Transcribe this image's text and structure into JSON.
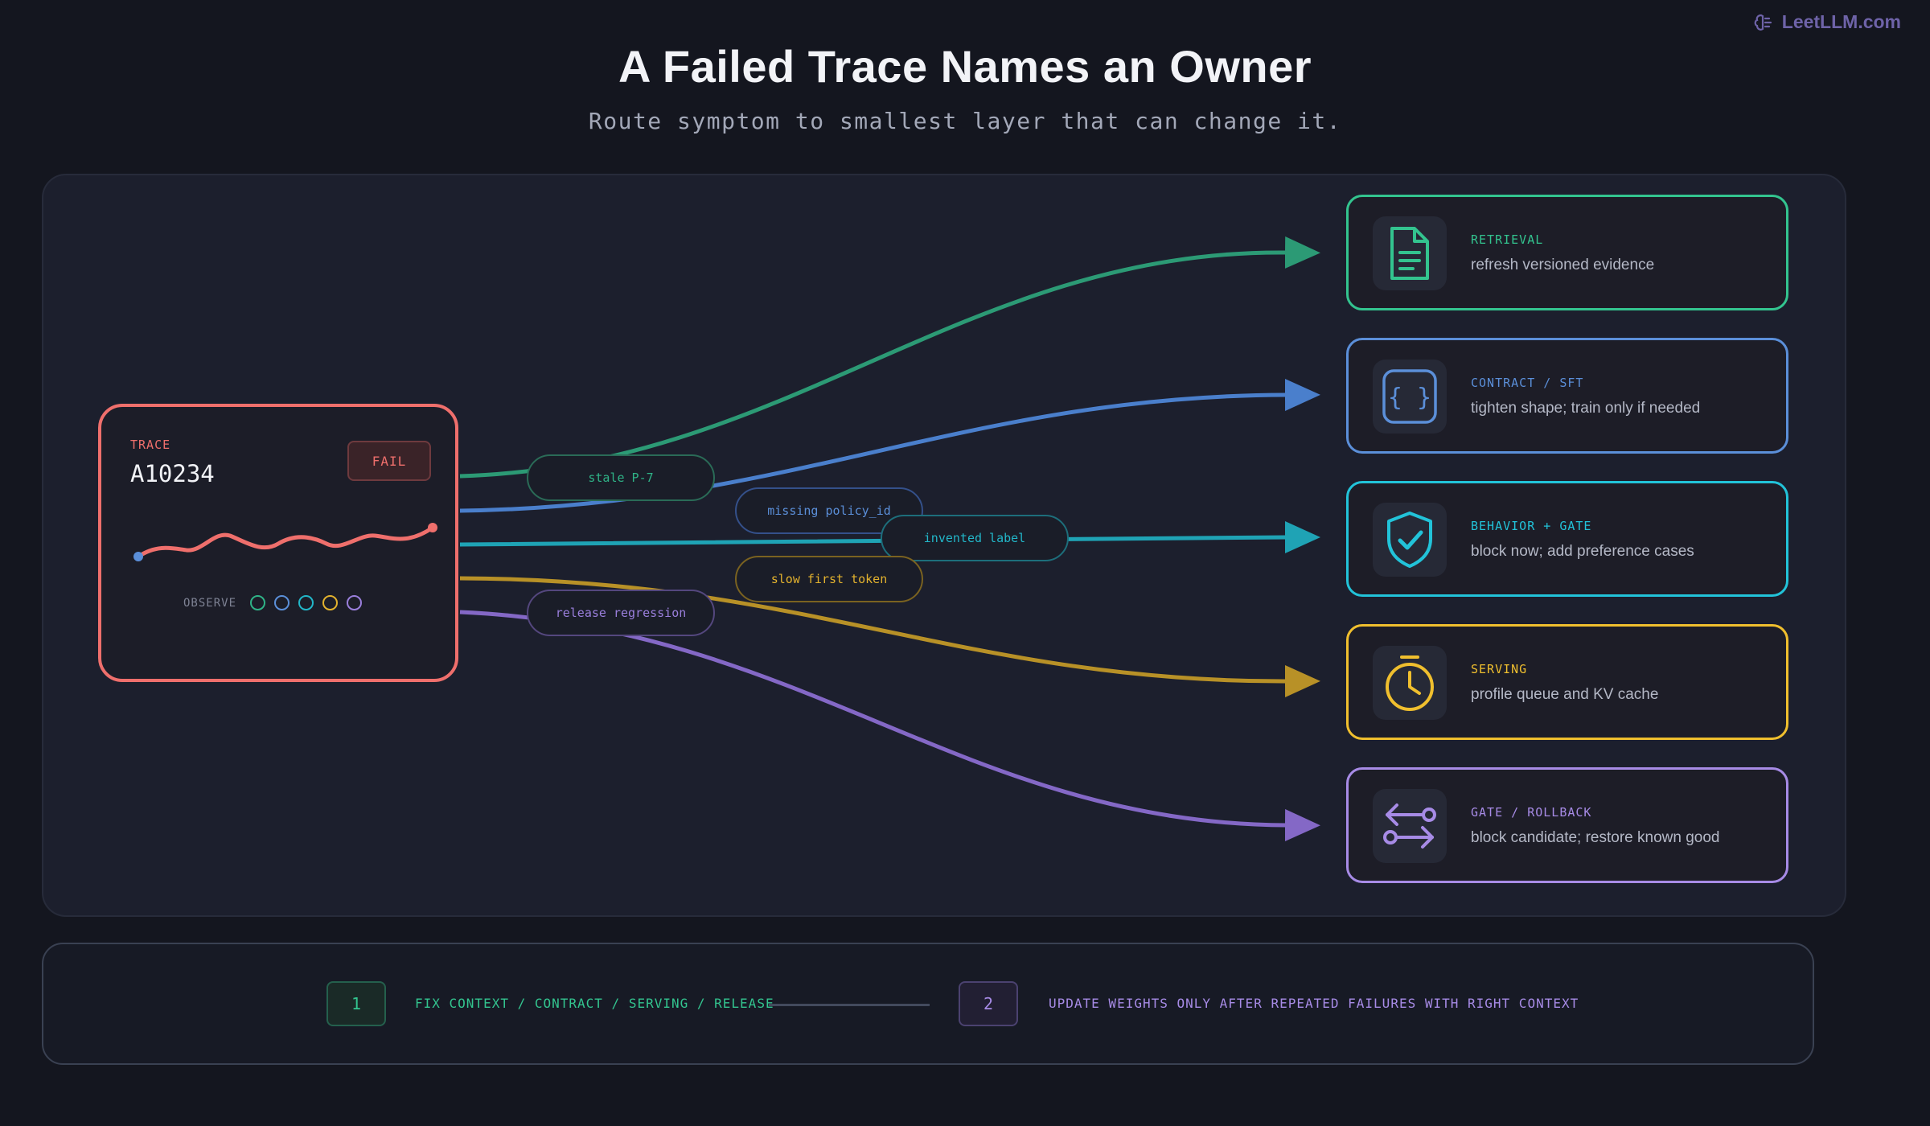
{
  "brand": {
    "text": "LeetLLM.com",
    "color": "#6e63a8"
  },
  "header": {
    "title": "A Failed Trace Names an Owner",
    "subtitle": "Route symptom to smallest layer that can change it."
  },
  "trace": {
    "label": "TRACE",
    "id": "A10234",
    "badge": "FAIL",
    "observe_label": "OBSERVE",
    "color": "#ef6f6c",
    "observe_dots": [
      "#2fb387",
      "#5b8fd9",
      "#22b7c9",
      "#e3b22e",
      "#9a7fdc"
    ]
  },
  "symptoms": [
    {
      "label": "stale P-7",
      "color": "#2fb387"
    },
    {
      "label": "missing policy_id",
      "color": "#5b8fd9"
    },
    {
      "label": "invented label",
      "color": "#22b7c9"
    },
    {
      "label": "slow first token",
      "color": "#e3b22e"
    },
    {
      "label": "release regression",
      "color": "#9a7fdc"
    }
  ],
  "owners": [
    {
      "kicker": "RETRIEVAL",
      "desc": "refresh versioned evidence",
      "color": "#33c48f",
      "icon": "document-icon"
    },
    {
      "kicker": "CONTRACT / SFT",
      "desc": "tighten shape; train only if needed",
      "color": "#5b8fd9",
      "icon": "braces-icon"
    },
    {
      "kicker": "BEHAVIOR + GATE",
      "desc": "block now; add preference cases",
      "color": "#22c3d9",
      "icon": "shield-check-icon"
    },
    {
      "kicker": "SERVING",
      "desc": "profile queue and KV cache",
      "color": "#f0bf2e",
      "icon": "stopwatch-icon"
    },
    {
      "kicker": "GATE / ROLLBACK",
      "desc": "block candidate; restore known good",
      "color": "#a78be6",
      "icon": "swap-arrows-icon"
    }
  ],
  "footer": {
    "step1_num": "1",
    "step1_text": "FIX CONTEXT / CONTRACT / SERVING / RELEASE",
    "step1_color": "#33c48f",
    "step2_num": "2",
    "step2_text": "UPDATE WEIGHTS ONLY AFTER REPEATED FAILURES WITH RIGHT CONTEXT",
    "step2_color": "#a78be6"
  }
}
